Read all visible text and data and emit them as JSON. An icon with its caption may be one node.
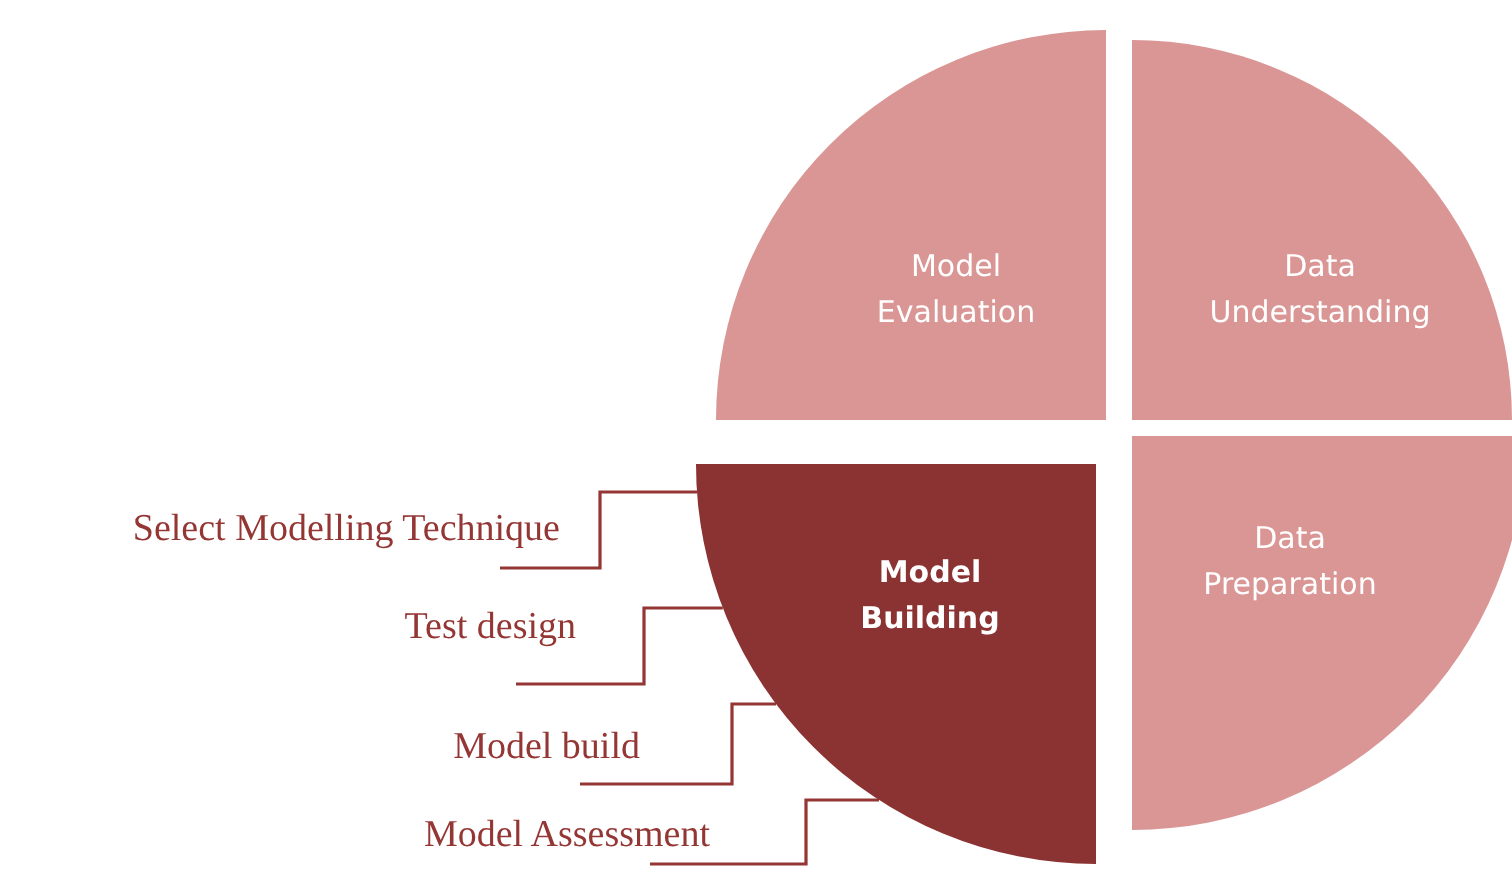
{
  "diagram": {
    "nodes": [
      {
        "text": [
          "Model Evaluation"
        ]
      },
      {
        "text": [
          "Data Understanding"
        ]
      },
      {
        "text": [
          "Data Preparation"
        ]
      },
      {
        "text": [
          "Model Building"
        ]
      },
      {
        "text": [
          "Select Modelling Technique"
        ]
      },
      {
        "text": [
          "Test design"
        ]
      },
      {
        "text": [
          "Model build"
        ]
      },
      {
        "text": [
          "Model Assessment"
        ]
      }
    ],
    "edges": [
      {
        "from": 4,
        "to": 3,
        "arrow": "none"
      },
      {
        "from": 5,
        "to": 3,
        "arrow": "none"
      },
      {
        "from": 6,
        "to": 3,
        "arrow": "none"
      },
      {
        "from": 7,
        "to": 3,
        "arrow": "none"
      }
    ]
  }
}
